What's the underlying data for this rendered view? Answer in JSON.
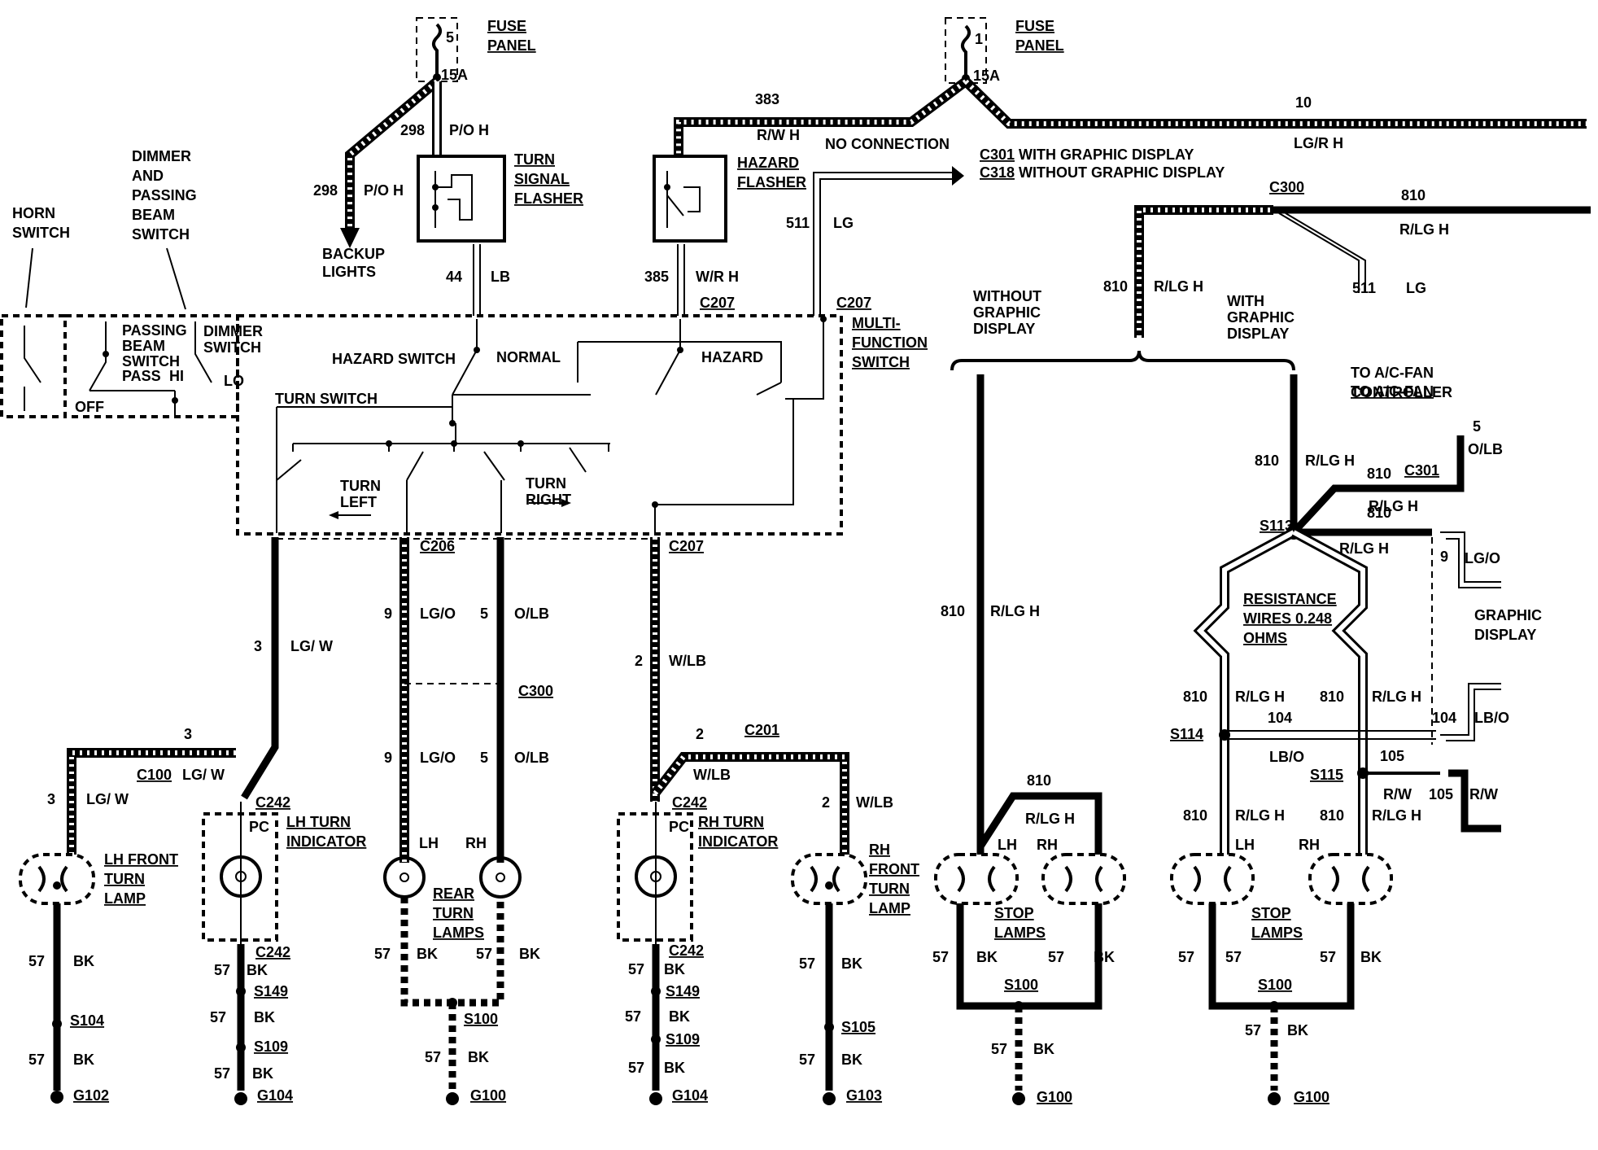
{
  "labels": {
    "fuse_panel_left": [
      "FUSE",
      "PANEL"
    ],
    "fuse_panel_right": [
      "FUSE",
      "PANEL"
    ],
    "fuse_left_num": "5",
    "fuse_left_amp": "15A",
    "fuse_right_num": "1",
    "fuse_right_amp": "15A",
    "turn_signal_flasher": [
      "TURN",
      "SIGNAL",
      "FLASHER"
    ],
    "hazard_flasher": [
      "HAZARD",
      "FLASHER"
    ],
    "backup_lights": [
      "BACKUP",
      "LIGHTS"
    ],
    "horn_switch": [
      "HORN",
      "SWITCH"
    ],
    "dimmer_passing": [
      "DIMMER",
      "AND",
      "PASSING",
      "BEAM",
      "SWITCH"
    ],
    "passing_beam_switch": [
      "PASSING",
      "BEAM",
      "SWITCH"
    ],
    "dimmer_switch": [
      "DIMMER",
      "SWITCH"
    ],
    "pass": "PASS",
    "hi": "HI",
    "lo": "LO",
    "off": "OFF",
    "hazard_switch": "HAZARD SWITCH",
    "normal": "NORMAL",
    "hazard": "HAZARD",
    "turn_switch": "TURN SWITCH",
    "turn_left": [
      "TURN",
      "LEFT"
    ],
    "turn_right": [
      "TURN",
      "RIGHT"
    ],
    "multi_function_switch": [
      "MULTI-",
      "FUNCTION",
      "SWITCH"
    ],
    "no_connection": "NO CONNECTION",
    "c301_with": "C301 WITH GRAPHIC DISPLAY",
    "c318_without": "C318 WITHOUT GRAPHIC DISPLAY",
    "without_graphic": [
      "WITHOUT",
      "GRAPHIC",
      "DISPLAY"
    ],
    "with_graphic": [
      "WITH",
      "GRAPHIC",
      "DISPLAY"
    ],
    "to_ac_fan": [
      "TO  A/C-FAN",
      "CONTROLLER"
    ],
    "resistance_wires": [
      "RESISTANCE",
      "WIRES 0.248",
      "OHMS"
    ],
    "graphic_display": [
      "GRAPHIC",
      "DISPLAY"
    ],
    "lh_turn_indicator": [
      "LH TURN",
      "INDICATOR"
    ],
    "rh_turn_indicator": [
      "RH TURN",
      "INDICATOR"
    ],
    "lh_front_turn_lamp": [
      "LH FRONT",
      "TURN",
      "LAMP"
    ],
    "rh_front_turn_lamp": [
      "RH",
      "FRONT",
      "TURN",
      "LAMP"
    ],
    "rear_turn_lamps": [
      "REAR",
      "TURN",
      "LAMPS"
    ],
    "stop_lamps": [
      "STOP",
      "LAMPS"
    ],
    "pc": "PC",
    "lh": "LH",
    "rh": "RH"
  },
  "wires": {
    "w298_a": "298",
    "w298_a_color": "P/O H",
    "w298_b": "298",
    "w298_b_color": "P/O H",
    "w383": "383",
    "w383_color": "R/W H",
    "w10": "10",
    "w10_color": "LG/R H",
    "w44": "44",
    "w44_color": "LB",
    "w385": "385",
    "w385_color": "W/R H",
    "w511": "511",
    "w511_color": "LG",
    "w511_b": "511",
    "w511_b_color": "LG",
    "w810": "810",
    "w810_color": "R/LG H",
    "w3": "3",
    "w3_color": "LG/ W",
    "w9": "9",
    "w9_color": "LG/O",
    "w5": "5",
    "w5_color": "O/LB",
    "w2": "2",
    "w2_color": "W/LB",
    "w104": "104",
    "w104_color": "LB/O",
    "w105": "105",
    "w105_color": "R/W",
    "w57": "57",
    "w57_color": "BK",
    "w5_ac": "5",
    "w5_ac_color": "O/LB",
    "w9_gd": "9",
    "w9_gd_color": "LG/O",
    "lgo": "LG/O"
  },
  "connectors": {
    "c207": "C207",
    "c206": "C206",
    "c300": "C300",
    "c301": "C301",
    "c100": "C100",
    "c201": "C201",
    "c242": "C242",
    "s113": "S113",
    "s114": "S114",
    "s115": "S115",
    "s100": "S100",
    "s104": "S104",
    "s105": "S105",
    "s109": "S109",
    "s149": "S149",
    "g100": "G100",
    "g102": "G102",
    "g103": "G103",
    "g104": "G104"
  }
}
